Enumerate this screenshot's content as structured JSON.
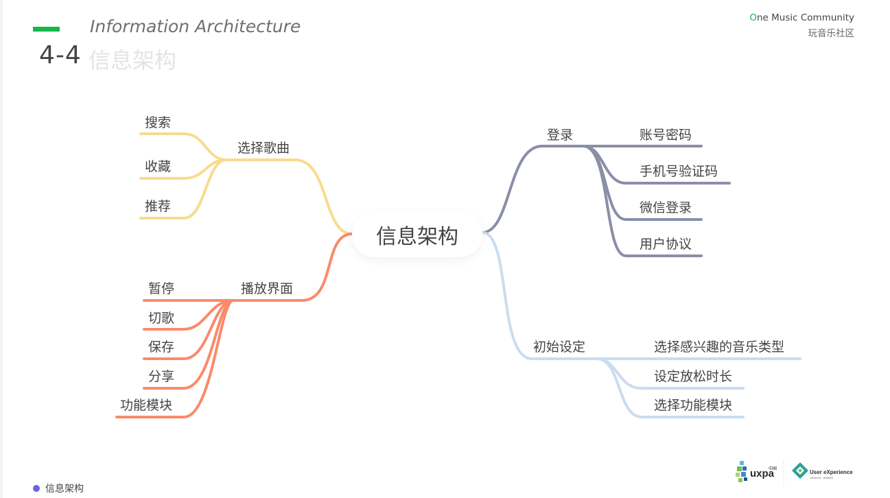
{
  "header": {
    "subtitle_en": "Information Architecture",
    "section_number": "4-4",
    "section_title": "信息架构",
    "brand_en_first": "O",
    "brand_en_rest": "ne Music Community",
    "brand_cn": "玩音乐社区"
  },
  "mindmap": {
    "center": "信息架构",
    "branches": {
      "select_song": {
        "label": "选择歌曲",
        "color": "#f7dc8e",
        "children": [
          "搜索",
          "收藏",
          "推荐"
        ]
      },
      "player": {
        "label": "播放界面",
        "color": "#f98b6b",
        "children": [
          "暂停",
          "切歌",
          "保存",
          "分享",
          "功能模块"
        ]
      },
      "login": {
        "label": "登录",
        "color": "#8a8ea7",
        "children": [
          "账号密码",
          "手机号验证码",
          "微信登录",
          "用户协议"
        ]
      },
      "initial": {
        "label": "初始设定",
        "color": "#cadcf0",
        "children": [
          "选择感兴趣的音乐类型",
          "设定放松时长",
          "选择功能模块"
        ]
      }
    }
  },
  "footer": {
    "legend_color": "#6b63e3",
    "legend_label": "信息架构",
    "logo_uxpa_text": "uxpa",
    "logo_uxpa_sup": "中国",
    "logo_ux_line1": "User eXperience",
    "logo_ux_line2": "DESIGN · AWARD"
  }
}
